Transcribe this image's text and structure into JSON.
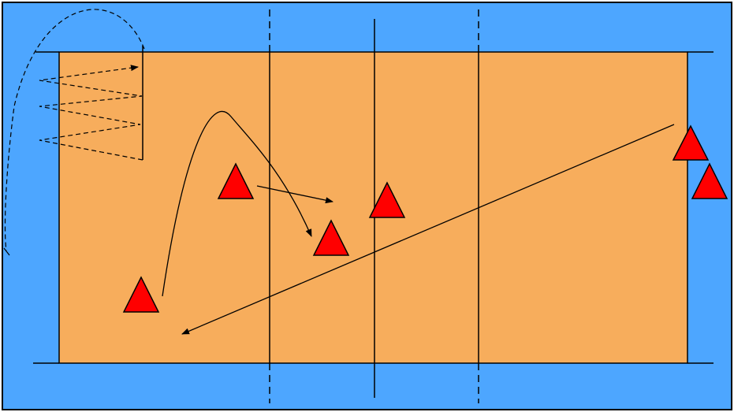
{
  "colors": {
    "floor": "#4da6ff",
    "court": "#f7ad5c",
    "line": "#000000",
    "player": "#ff0000",
    "frame": "#000000"
  },
  "legend": [],
  "elements": {
    "players": [
      {
        "id": "player-serve-zone",
        "role": "player"
      },
      {
        "id": "player-left-front",
        "role": "player"
      },
      {
        "id": "player-center",
        "role": "player"
      },
      {
        "id": "player-at-net",
        "role": "player"
      },
      {
        "id": "player-right-end-1",
        "role": "player"
      },
      {
        "id": "player-right-end-2",
        "role": "player"
      }
    ],
    "paths": [
      {
        "id": "set-arc",
        "style": "solid-curve-arrow"
      },
      {
        "id": "short-pass",
        "style": "solid-arrow"
      },
      {
        "id": "long-cross-ball",
        "style": "solid-arrow"
      },
      {
        "id": "outside-loop",
        "style": "dashed-curve"
      },
      {
        "id": "zigzag-drill",
        "style": "dashed-zigzag-arrow"
      }
    ]
  }
}
